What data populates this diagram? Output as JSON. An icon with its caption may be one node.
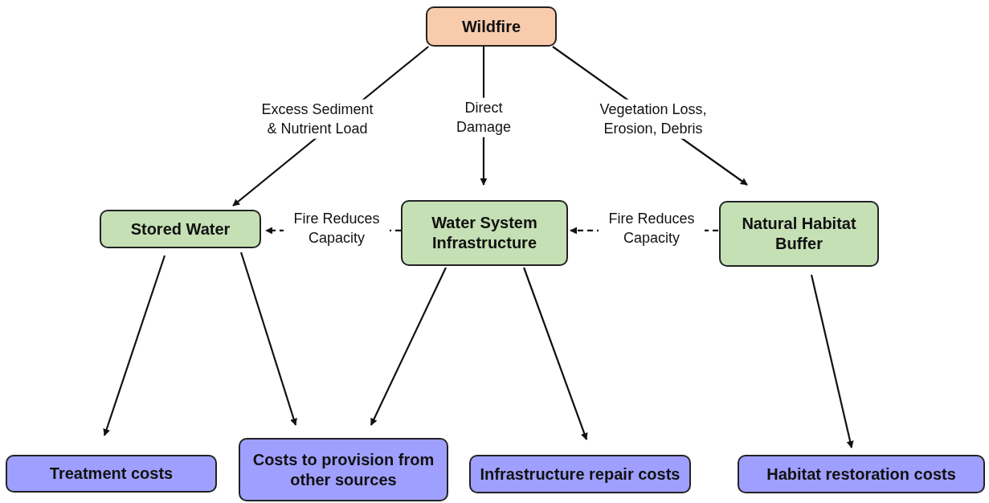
{
  "diagram": {
    "nodes": [
      {
        "text": [
          "Wildfire"
        ]
      },
      {
        "text": [
          "Stored Water"
        ]
      },
      {
        "text": [
          "Water System Infrastructure"
        ]
      },
      {
        "text": [
          "Natural Habitat Buffer"
        ]
      },
      {
        "text": [
          "Treatment costs"
        ]
      },
      {
        "text": [
          "Costs to provision from other sources"
        ]
      },
      {
        "text": [
          "Infrastructure repair costs"
        ]
      },
      {
        "text": [
          "Habitat restoration costs"
        ]
      }
    ],
    "edges": [
      {
        "from": 0,
        "to": 1,
        "arrow": "to",
        "label": "Excess Sediment & Nutrient Load"
      },
      {
        "from": 0,
        "to": 2,
        "arrow": "to",
        "label": "Direct Damage"
      },
      {
        "from": 0,
        "to": 3,
        "arrow": "to",
        "label": "Vegetation Loss, Erosion, Debris"
      },
      {
        "from": 2,
        "to": 1,
        "arrow": "to",
        "label": "Fire Reduces Capacity",
        "style": "dashed"
      },
      {
        "from": 3,
        "to": 2,
        "arrow": "to",
        "label": "Fire Reduces Capacity",
        "style": "dashed"
      },
      {
        "from": 1,
        "to": 4,
        "arrow": "to"
      },
      {
        "from": 1,
        "to": 5,
        "arrow": "to"
      },
      {
        "from": 2,
        "to": 5,
        "arrow": "to"
      },
      {
        "from": 2,
        "to": 6,
        "arrow": "to"
      },
      {
        "from": 3,
        "to": 7,
        "arrow": "to"
      }
    ]
  }
}
